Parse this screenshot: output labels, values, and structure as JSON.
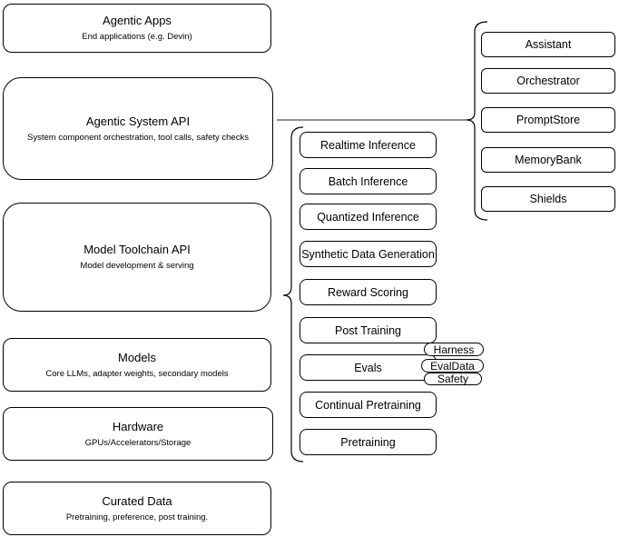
{
  "left_stack": [
    {
      "title": "Agentic Apps",
      "subtitle": "End applications (e.g. Devin)"
    },
    {
      "title": "Agentic System API",
      "subtitle": "System component orchestration, tool calls, safety checks"
    },
    {
      "title": "Model Toolchain API",
      "subtitle": "Model development & serving"
    },
    {
      "title": "Models",
      "subtitle": "Core LLMs, adapter weights, secondary models"
    },
    {
      "title": "Hardware",
      "subtitle": "GPUs/Accelerators/Storage"
    },
    {
      "title": "Curated Data",
      "subtitle": "Pretraining, preference, post training."
    }
  ],
  "toolchain_items": [
    "Realtime Inference",
    "Batch Inference",
    "Quantized Inference",
    "Synthetic Data Generation",
    "Reward Scoring",
    "Post Training",
    "Evals",
    "Continual Pretraining",
    "Pretraining"
  ],
  "evals_tags": [
    "Harness",
    "EvalData",
    "Safety"
  ],
  "system_components": [
    "Assistant",
    "Orchestrator",
    "PromptStore",
    "MemoryBank",
    "Shields"
  ],
  "colors": {
    "box_border": "#000000",
    "box_fill": "#ffffff",
    "brace_stroke": "#000000",
    "connector_line": "#4d4d4d",
    "text": "#000000"
  }
}
